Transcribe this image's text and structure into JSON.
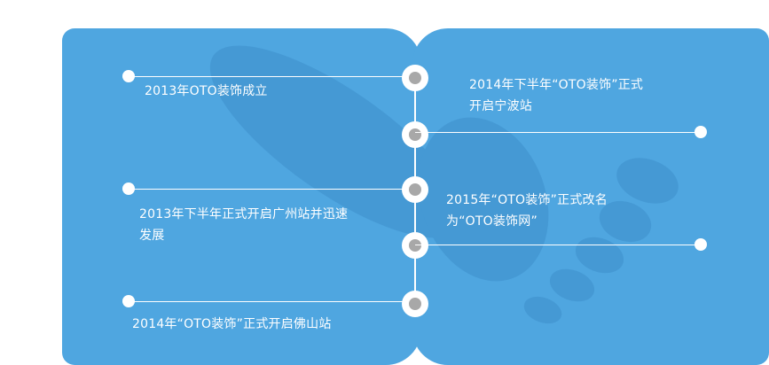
{
  "colors": {
    "panel": "#4fa6e0",
    "foot_shape": "#3d8fcc",
    "line": "#ffffff",
    "node_inner": "#a8a8a8"
  },
  "timeline": {
    "events": [
      {
        "text_line1": "2013年OTO装饰成立",
        "text_line2": ""
      },
      {
        "text_line1": "2014年下半年“OTO装饰”正式",
        "text_line2": "开启宁波站"
      },
      {
        "text_line1": "2013年下半年正式开启广州站并迅速",
        "text_line2": "发展"
      },
      {
        "text_line1": "2015年“OTO装饰”正式改名",
        "text_line2": "为“OTO装饰网”"
      },
      {
        "text_line1": "2014年“OTO装饰”正式开启佛山站",
        "text_line2": ""
      }
    ]
  }
}
